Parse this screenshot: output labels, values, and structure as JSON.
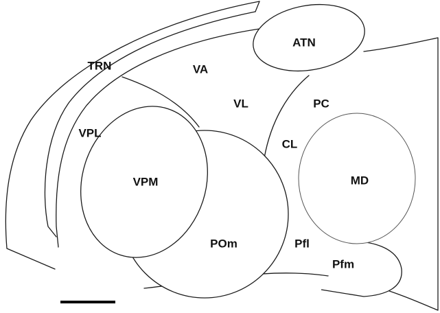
{
  "diagram": {
    "labels": {
      "trn": "TRN",
      "va": "VA",
      "atn": "ATN",
      "vl": "VL",
      "pc": "PC",
      "vpl": "VPL",
      "cl": "CL",
      "vpm": "VPM",
      "md": "MD",
      "pom": "POm",
      "pfl": "Pfl",
      "pfm": "Pfm"
    },
    "scale_bar": {
      "label": ""
    }
  }
}
